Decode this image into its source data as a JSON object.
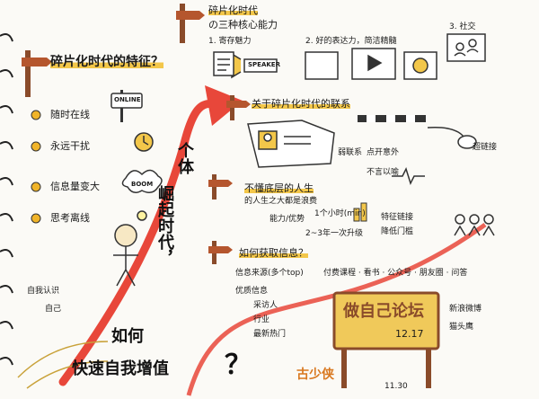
{
  "left": {
    "heading": "碎片化时代的特征？",
    "items": [
      "随时在线",
      "永远干扰",
      "信息量变大",
      "思考离线"
    ],
    "online_sign": "ONLINE",
    "boom_label": "BOOM"
  },
  "top": {
    "heading_line1": "碎片化时代",
    "heading_line2": "の三种核心能力",
    "ability1": "1. 寄存魅力",
    "ability2": "2. 好的表达力，简洁精髓",
    "ability3": "3. 社交",
    "speaker_sign": "SPEAKER"
  },
  "center_arrow": {
    "line1": "个体",
    "line2": "崛起时代，",
    "line3": "如何",
    "line4": "快速自我增值",
    "question": "？"
  },
  "section_relation": {
    "heading": "关于碎片化时代的联系",
    "left_label": "弱联系",
    "right_label": "超链接",
    "item1": "点开意外",
    "item2": "不言以喻"
  },
  "section_people": {
    "heading": "不懂底层的人生",
    "subheading": "的人生之大都是浪费",
    "tech_label": "能力/优势",
    "tech_note1": "1个小时(min)",
    "tech_note2": "2~3年一次升级",
    "feature_label": "特征链接",
    "feature_note": "降低门槛"
  },
  "section_info": {
    "heading": "如何获取信息？",
    "sources_label": "信息来源(多个top)",
    "sources_list": "付费课程 · 看书 · 公众号 · 朋友圈 · 问答",
    "channels_label": "优质信息",
    "channel1": "采访人",
    "channel2": "行业",
    "channel3": "最新热门"
  },
  "bottom_left": {
    "name_label": "自我认识",
    "name_sub": "自己"
  },
  "forum": {
    "name": "做自己论坛",
    "date": "12.17",
    "note1": "新浪微博",
    "note2": "猫头鹰"
  },
  "signature": "古少侠",
  "signature_date": "11.30",
  "colors": {
    "red_arrow": "#e8473a",
    "sign_brown": "#8a4b2a",
    "highlight": "#f3c74a",
    "ink": "#1a1a1a"
  }
}
